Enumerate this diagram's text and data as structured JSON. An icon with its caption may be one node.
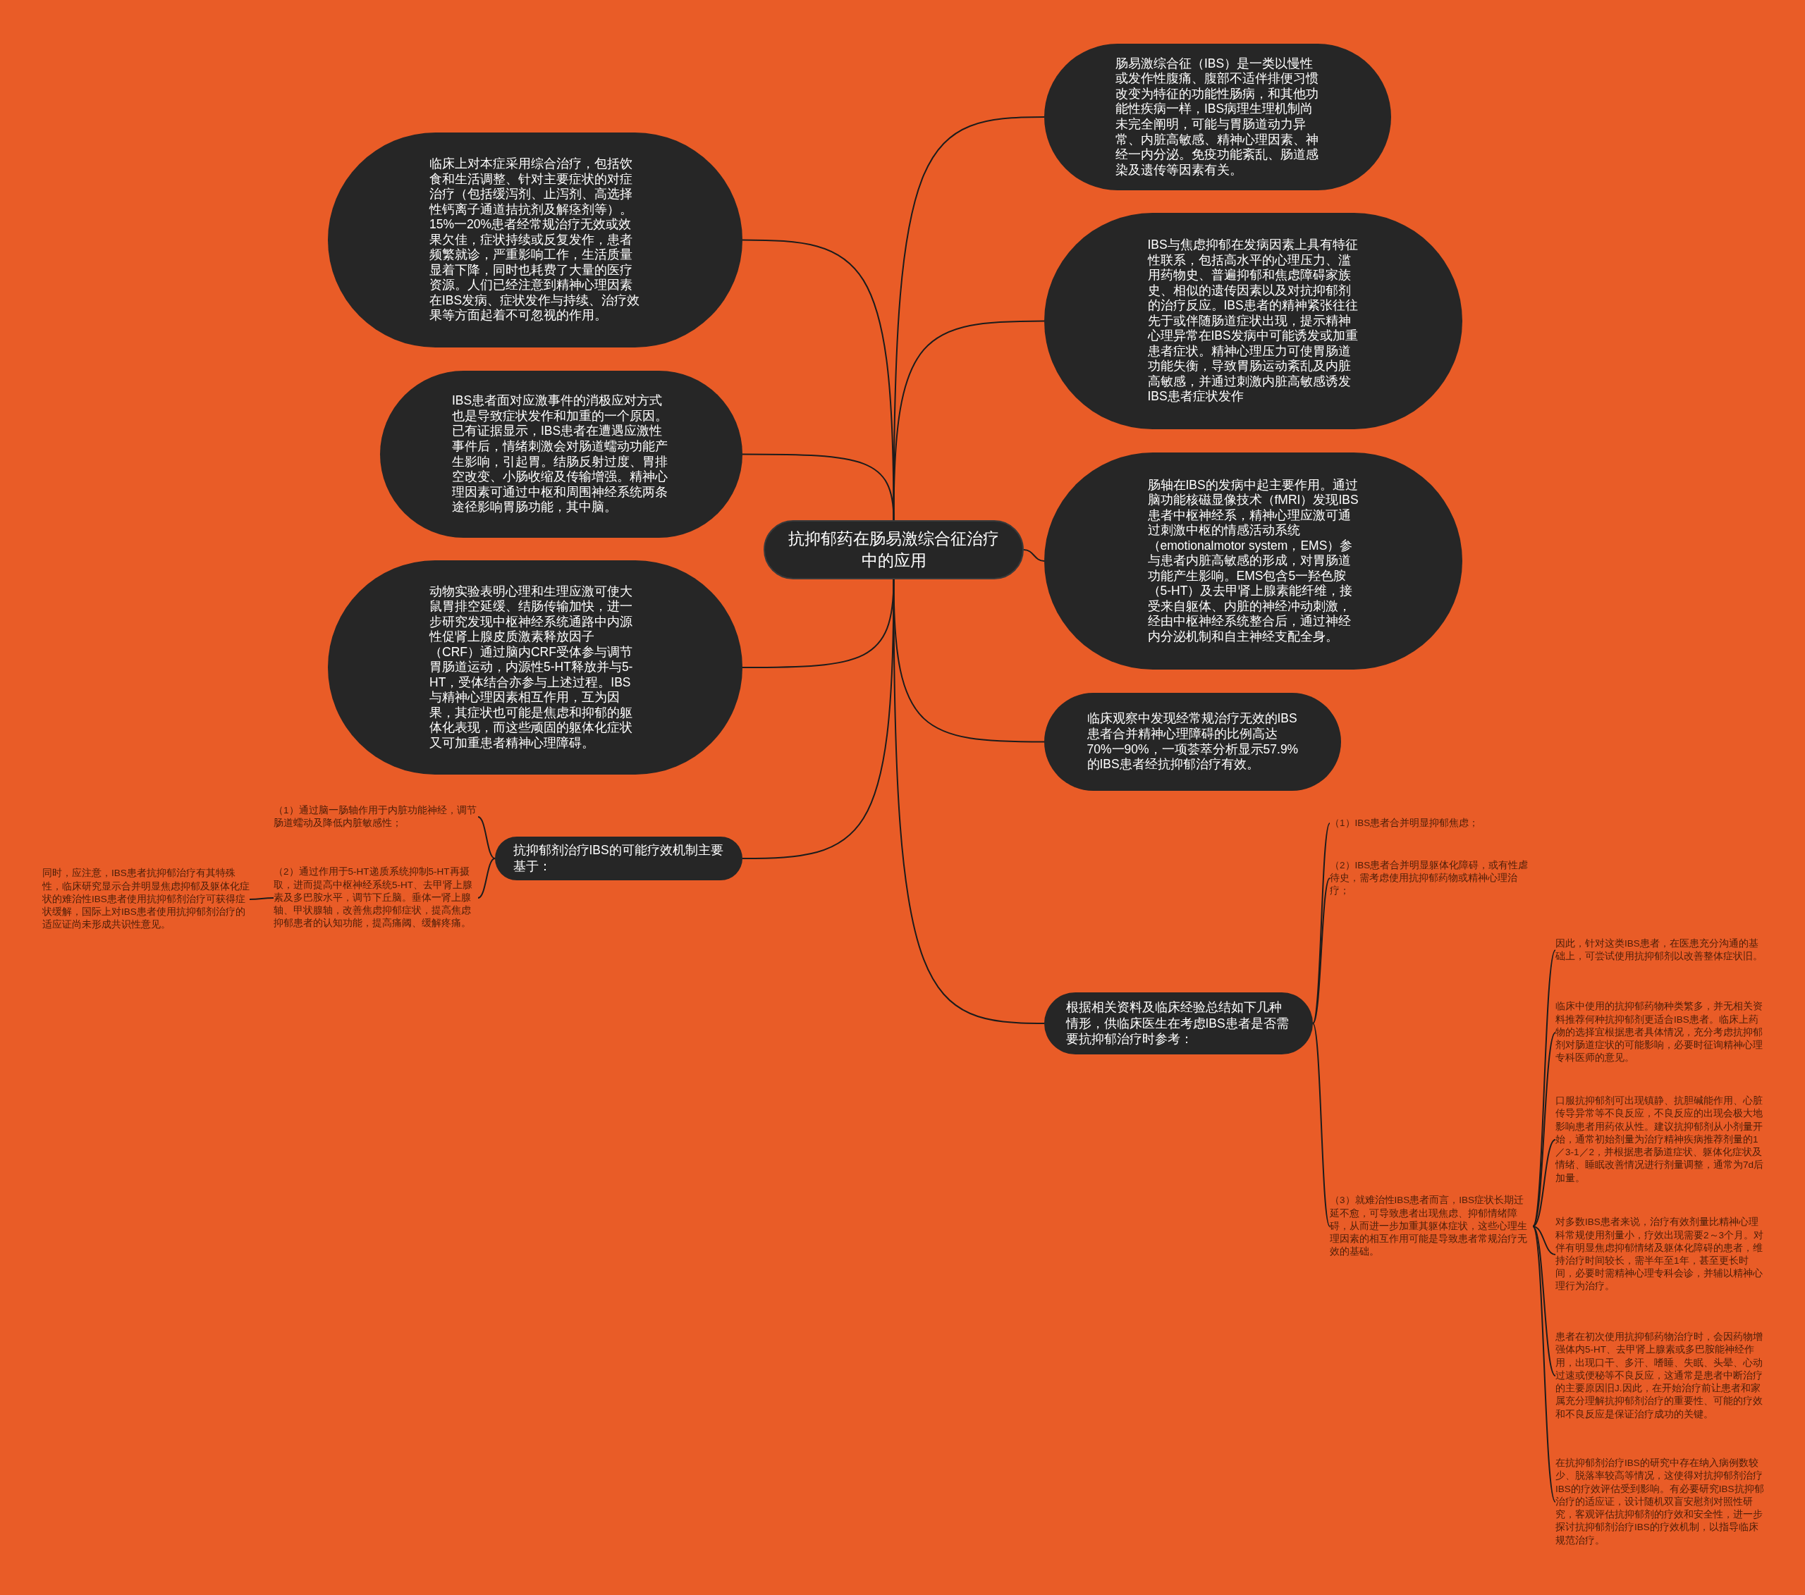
{
  "diagram": {
    "nodes": [
      {
        "text": [
          "抗抑郁药在肠易激综合征治疗中的应用"
        ]
      },
      {
        "text": [
          "临床上对本症采用综合治疗，包括饮食和生活调整、针对主要症状的对症治疗（包括缓泻剂、止泻剂、高选择性钙离子通道拮抗剂及解痉剂等）。15%一20%患者经常规治疗无效或效果欠佳，症状持续或反复发作，患者频繁就诊，严重影响工作，生活质量显着下降，同时也耗费了大量的医疗资源。人们已经注意到精神心理因素在IBS发病、症状发作与持续、治疗效果等方面起着不可忽视的作用。"
        ]
      },
      {
        "text": [
          "IBS患者面对应激事件的消极应对方式也是导致症状发作和加重的一个原因。已有证据显示，IBS患者在遭遇应激性事件后，情绪刺激会对肠道蠕动功能产生影响，引起胃。结肠反射过度、胃排空改变、小肠收缩及传输增强。精神心理因素可通过中枢和周围神经系统两条途径影响胃肠功能，其中脑。"
        ]
      },
      {
        "text": [
          "动物实验表明心理和生理应激可使大鼠胃排空延缓、结肠传输加快，进一步研究发现中枢神经系统通路中内源性促肾上腺皮质激素释放因子（CRF）通过脑内CRF受体参与调节胃肠道运动，内源性5-HT释放并与5-HT，受体结合亦参与上述过程。IBS与精神心理因素相互作用，互为因果，其症状也可能是焦虑和抑郁的躯体化表现，而这些顽固的躯体化症状又可加重患者精神心理障碍。"
        ]
      },
      {
        "text": [
          "抗抑郁剂治疗IBS的可能疗效机制主要基于："
        ]
      },
      {
        "text": [
          "（1）通过脑一肠轴作用于内脏功能神经，调节肠道蠕动及降低内脏敏感性；"
        ]
      },
      {
        "text": [
          "（2）通过作用于5-HT递质系统抑制5-HT再摄取，进而提高中枢神经系统5-HT、去甲肾上腺素及多巴胺水平，调节下丘脑。垂体一肾上腺轴、甲状腺轴，改善焦虑抑郁症状，提高焦虑抑郁患者的认知功能，提高痛阈、缓解疼痛。"
        ]
      },
      {
        "text": [
          "同时，应注意，IBS患者抗抑郁治疗有其特殊性，临床研究显示合并明显焦虑抑郁及躯体化症状的难治性IBS患者使用抗抑郁剂治疗可获得症状缓解，国际上对IBS患者使用抗抑郁剂治疗的适应证尚未形成共识性意见。"
        ]
      },
      {
        "text": [
          "肠易激综合征（IBS）是一类以慢性或发作性腹痛、腹部不适伴排便习惯改变为特征的功能性肠病，和其他功能性疾病一样，IBS病理生理机制尚未完全阐明，可能与胃肠道动力异常、内脏高敏感、精神心理因素、神经一内分泌。免疫功能紊乱、肠道感染及遗传等因素有关。"
        ]
      },
      {
        "text": [
          "IBS与焦虑抑郁在发病因素上具有特征性联系，包括高水平的心理压力、滥用药物史、普遍抑郁和焦虑障碍家族史、相似的遗传因素以及对抗抑郁剂的治疗反应。IBS患者的精神紧张往往先于或伴随肠道症状出现，提示精神心理异常在IBS发病中可能诱发或加重患者症状。精神心理压力可使胃肠道功能失衡，导致胃肠运动紊乱及内脏高敏感，并通过刺激内脏高敏感诱发IBS患者症状发作"
        ]
      },
      {
        "text": [
          "肠轴在IBS的发病中起主要作用。通过脑功能核磁显像技术（fMRI）发现IBS患者中枢神经系，精神心理应激可通过刺激中枢的情感活动系统（emotionalmotor system，EMS）参与患者内脏高敏感的形成，对胃肠道功能产生影响。EMS包含5一羟色胺（5-HT）及去甲肾上腺素能纤维，接受来自躯体、内脏的神经冲动刺激，经由中枢神经系统整合后，通过神经内分泌机制和自主神经支配全身。"
        ]
      },
      {
        "text": [
          "临床观察中发现经常规治疗无效的IBS患者合并精神心理障碍的比例高达70%一90%，一项荟萃分析显示57.9%的IBS患者经抗抑郁治疗有效。"
        ]
      },
      {
        "text": [
          "根据相关资料及临床经验总结如下几种情形，供临床医生在考虑IBS患者是否需要抗抑郁治疗时参考："
        ]
      },
      {
        "text": [
          "（1）IBS患者合并明显抑郁焦虑；"
        ]
      },
      {
        "text": [
          "（2）IBS患者合并明显躯体化障碍，或有性虐待史，需考虑使用抗抑郁药物或精神心理治疗；"
        ]
      },
      {
        "text": [
          "（3）就难治性IBS患者而言，IBS症状长期迁延不愈，可导致患者出现焦虑、抑郁情绪障碍，从而进一步加重其躯体症状，这些心理生理因素的相互作用可能是导致患者常规治疗无效的基础。"
        ]
      },
      {
        "text": [
          "因此，针对这类IBS患者，在医患充分沟通的基础上，可尝试使用抗抑郁剂以改善整体症状旧。"
        ]
      },
      {
        "text": [
          "临床中使用的抗抑郁药物种类繁多，并无相关资料推荐何种抗抑郁剂更适合IBS患者。临床上药物的选择宜根据患者具体情况，充分考虑抗抑郁剂对肠道症状的可能影响，必要时征询精神心理专科医师的意见。"
        ]
      },
      {
        "text": [
          "口服抗抑郁剂可出现镇静、抗胆碱能作用、心脏传导异常等不良反应，不良反应的出现会极大地影响患者用药依从性。建议抗抑郁剂从小剂量开始，通常初始剂量为治疗精神疾病推荐剂量的1／3-1／2，并根据患者肠道症状、躯体化症状及情绪、睡眠改善情况进行剂量调整，通常为7d后加量。"
        ]
      },
      {
        "text": [
          "对多数IBS患者来说，治疗有效剂量比精神心理科常规使用剂量小，疗效出现需要2～3个月。对伴有明显焦虑抑郁情绪及躯体化障碍的患者，维持治疗时间较长，需半年至1年，甚至更长时间，必要时需精神心理专科会诊，并辅以精神心理行为治疗。"
        ]
      },
      {
        "text": [
          "患者在初次使用抗抑郁药物治疗时，会因药物增强体内5-HT、去甲肾上腺素或多巴胺能神经作用，出现口干、多汗、嗜睡、失眠、头晕、心动过速或便秘等不良反应，这通常是患者中断治疗的主要原因旧J.因此，在开始治疗前让患者和家属充分理解抗抑郁剂治疗的重要性、可能的疗效和不良反应是保证治疗成功的关键。"
        ]
      },
      {
        "text": [
          "在抗抑郁剂治疗IBS的研究中存在纳入病例数较少、脱落率较高等情况，这使得对抗抑郁剂治疗IBS的疗效评估受到影响。有必要研究IBS抗抑郁治疗的适应证，设计随机双盲安慰剂对照性研究，客观评估抗抑郁剂的疗效和安全性，进一步探讨抗抑郁剂治疗IBS的疗效机制，以指导临床规范治疗。"
        ]
      }
    ],
    "edges": [
      {
        "from": 0,
        "to": 1,
        "arrow": "none"
      },
      {
        "from": 0,
        "to": 2,
        "arrow": "none"
      },
      {
        "from": 0,
        "to": 3,
        "arrow": "none"
      },
      {
        "from": 0,
        "to": 4,
        "arrow": "none"
      },
      {
        "from": 4,
        "to": 5,
        "arrow": "none"
      },
      {
        "from": 4,
        "to": 6,
        "arrow": "none"
      },
      {
        "from": 6,
        "to": 7,
        "arrow": "none"
      },
      {
        "from": 0,
        "to": 8,
        "arrow": "none"
      },
      {
        "from": 0,
        "to": 9,
        "arrow": "none"
      },
      {
        "from": 0,
        "to": 10,
        "arrow": "none"
      },
      {
        "from": 0,
        "to": 11,
        "arrow": "none"
      },
      {
        "from": 0,
        "to": 12,
        "arrow": "none"
      },
      {
        "from": 12,
        "to": 13,
        "arrow": "none"
      },
      {
        "from": 12,
        "to": 14,
        "arrow": "none"
      },
      {
        "from": 12,
        "to": 15,
        "arrow": "none"
      },
      {
        "from": 15,
        "to": 16,
        "arrow": "none"
      },
      {
        "from": 15,
        "to": 17,
        "arrow": "none"
      },
      {
        "from": 15,
        "to": 18,
        "arrow": "none"
      },
      {
        "from": 15,
        "to": 19,
        "arrow": "none"
      },
      {
        "from": 15,
        "to": 20,
        "arrow": "none"
      },
      {
        "from": 15,
        "to": 21,
        "arrow": "none"
      }
    ]
  }
}
